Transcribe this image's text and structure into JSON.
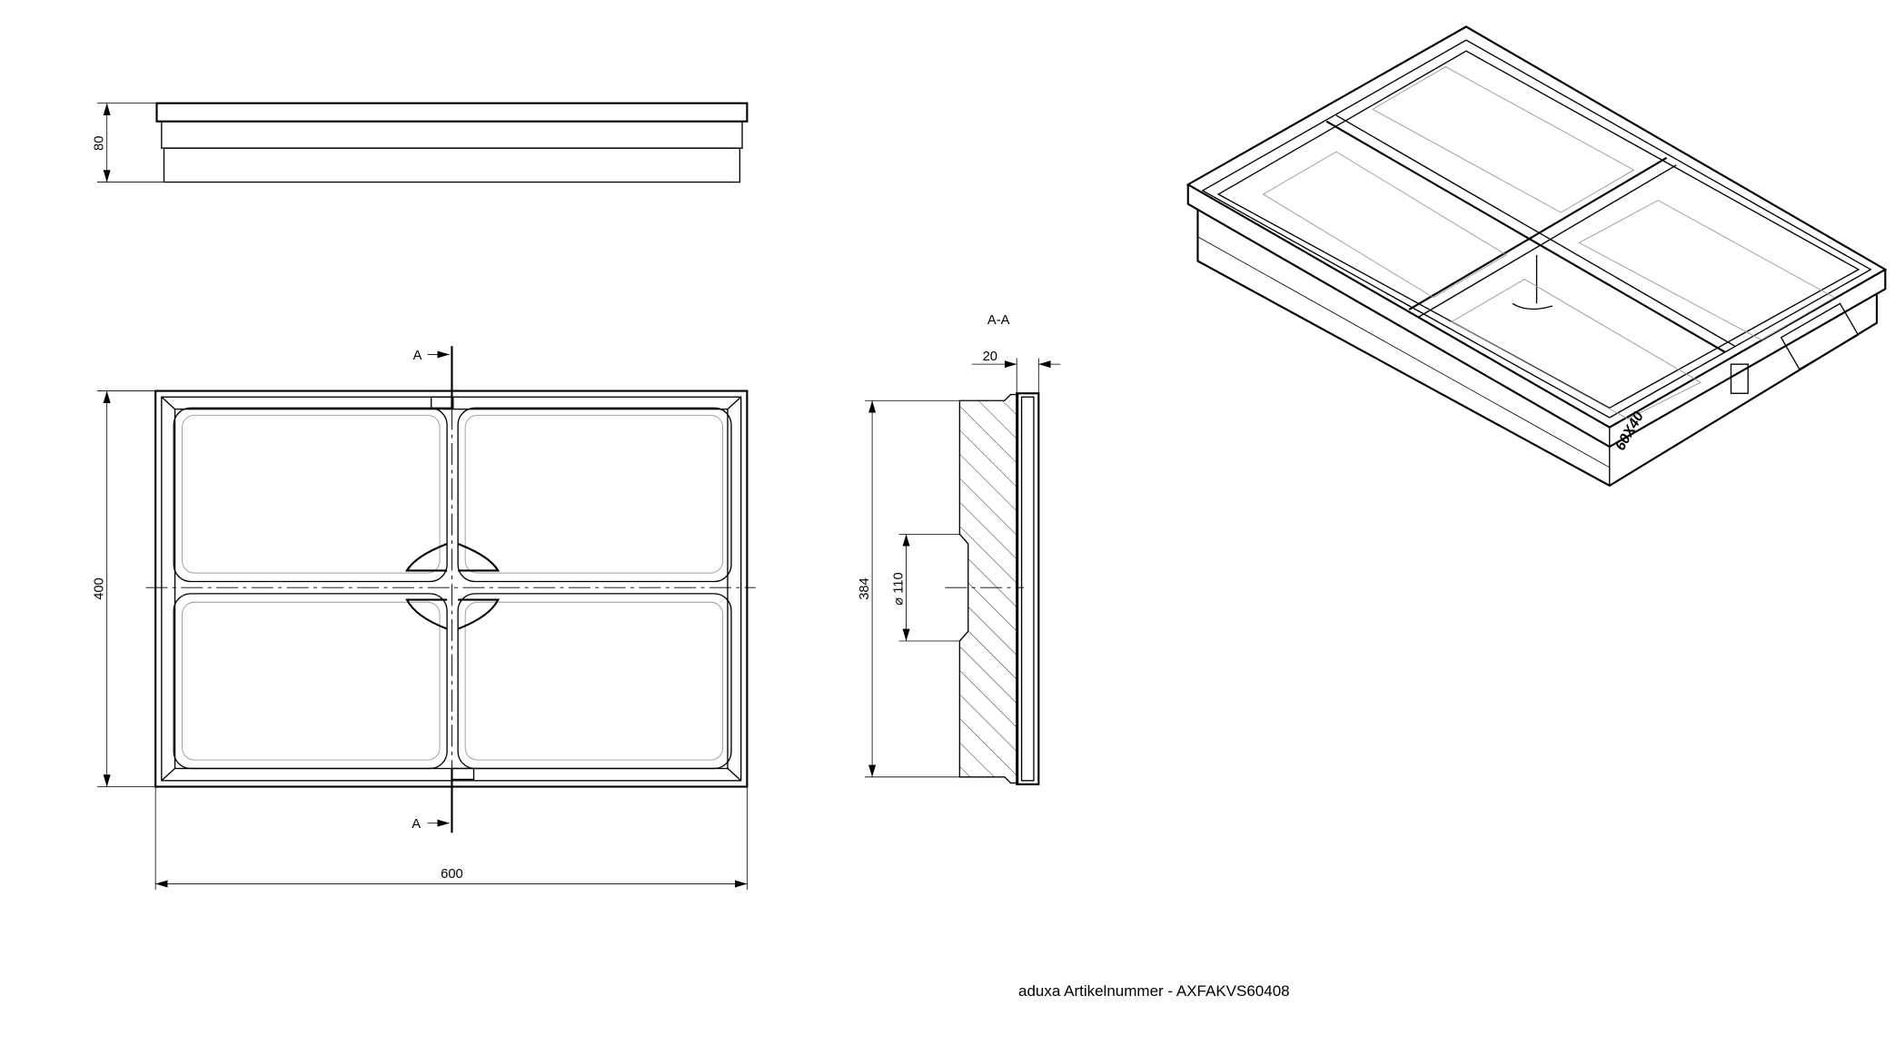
{
  "drawing": {
    "side_view": {
      "height_dim": "80"
    },
    "plan_view": {
      "height_dim": "400",
      "width_dim": "600",
      "section_mark_top": "A",
      "section_mark_bottom": "A"
    },
    "section_view": {
      "title": "A-A",
      "thickness_dim": "20",
      "height_dim": "384",
      "hole_dim": "⌀ 110"
    },
    "iso_view": {
      "label": "60X40"
    }
  },
  "footer": {
    "text": "aduxa Artikelnummer - AXFAKVS60408"
  }
}
